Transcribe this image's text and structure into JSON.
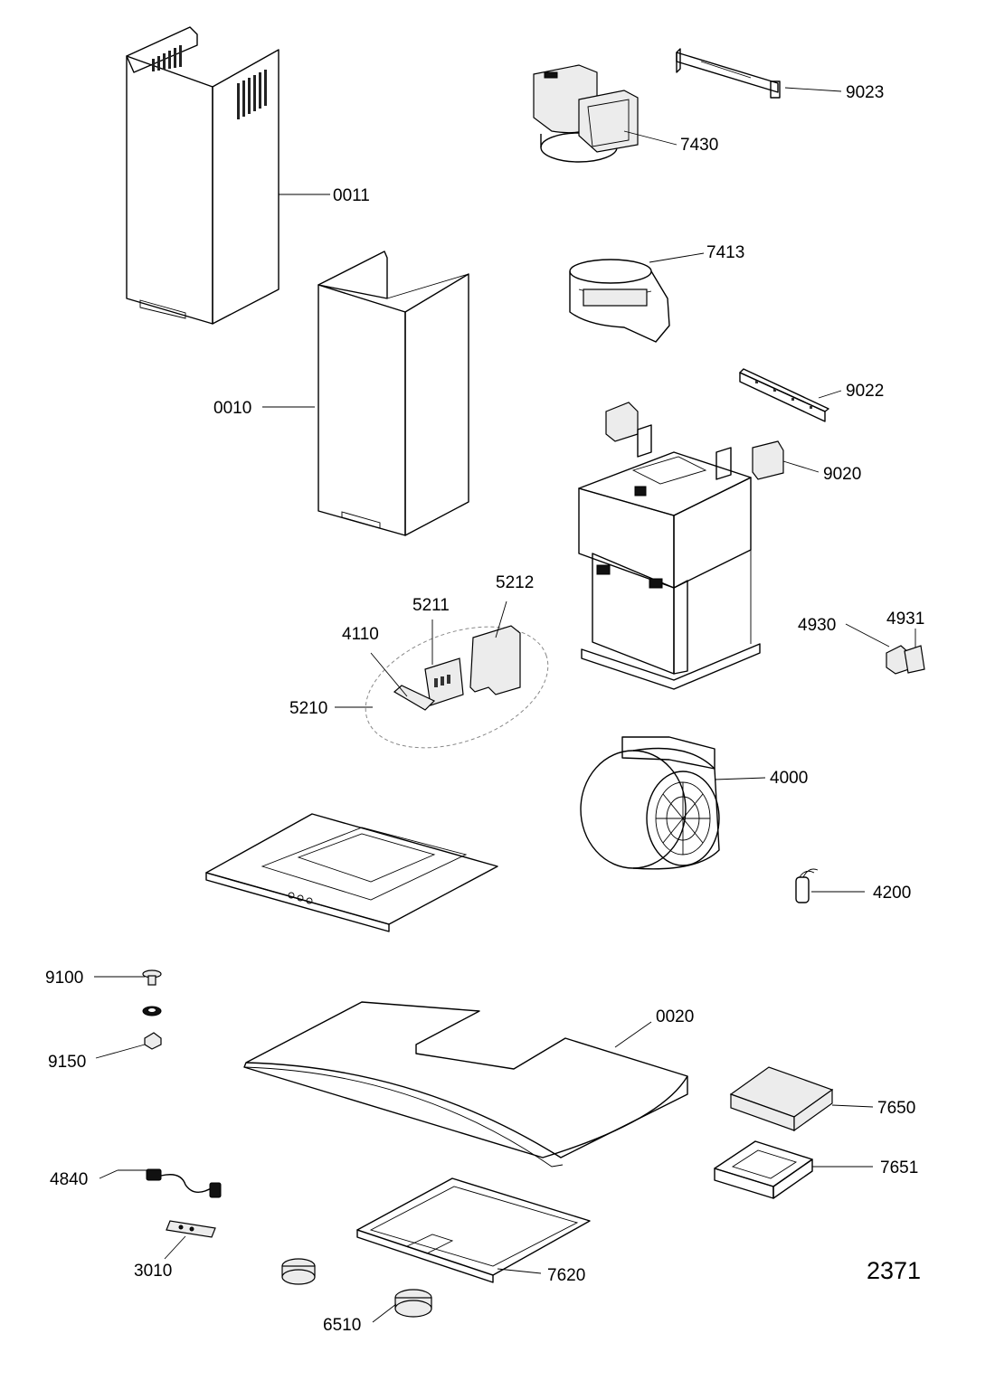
{
  "diagram": {
    "number": "2371",
    "labels": {
      "p0011": "0011",
      "p0010": "0010",
      "p7430": "7430",
      "p9023": "9023",
      "p7413": "7413",
      "p9022": "9022",
      "p9020": "9020",
      "p5212": "5212",
      "p5211": "5211",
      "p4110": "4110",
      "p5210": "5210",
      "p4930": "4930",
      "p4931": "4931",
      "p4000": "4000",
      "p4200": "4200",
      "p9100": "9100",
      "p9150": "9150",
      "p0020": "0020",
      "p7650": "7650",
      "p7651": "7651",
      "p4840": "4840",
      "p3010": "3010",
      "p7620": "7620",
      "p6510": "6510"
    }
  }
}
